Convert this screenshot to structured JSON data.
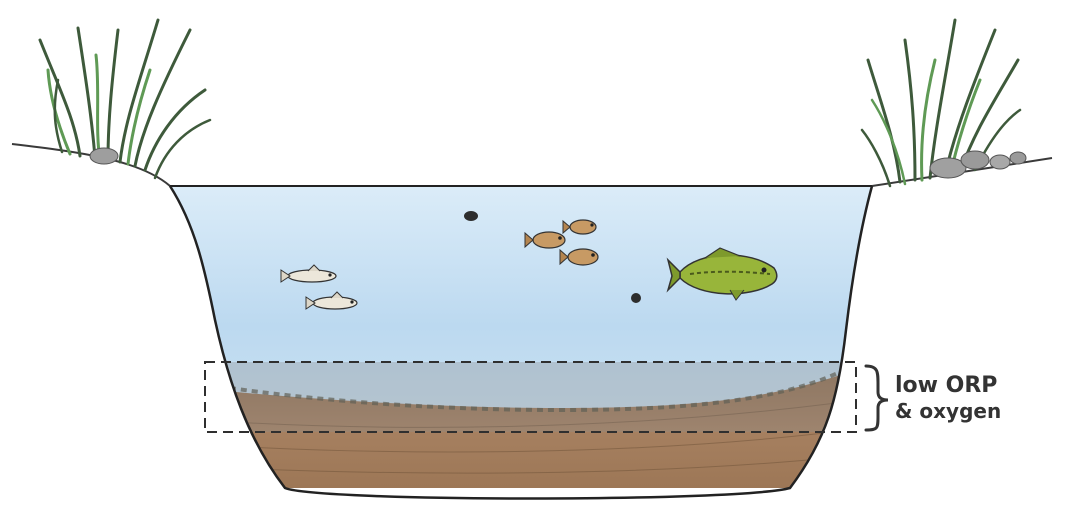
{
  "annotation": {
    "line1": "low ORP",
    "line2": "& oxygen"
  },
  "colors": {
    "water_top": "#d7e9f6",
    "water_mid": "#b9d8f0",
    "water_bottom": "#cfe3f1",
    "zone_gray": "#9a9a9a",
    "sediment_top": "#9a7452",
    "sediment_bottom": "#a37d58",
    "outline": "#2a2a2a",
    "grass_dark": "#3d5a3a",
    "grass_green": "#5f9a55",
    "rock": "#9e9e9e",
    "bass": "#8fae2f",
    "sunfish": "#b88a55",
    "perch": "#e8e4d8"
  },
  "icons": {
    "left_grass": "reed-grass",
    "right_grass": "reed-grass",
    "largemouth_bass": "fish-icon",
    "sunfish": "fish-icon",
    "perch": "fish-icon",
    "debris": "debris-clump"
  }
}
